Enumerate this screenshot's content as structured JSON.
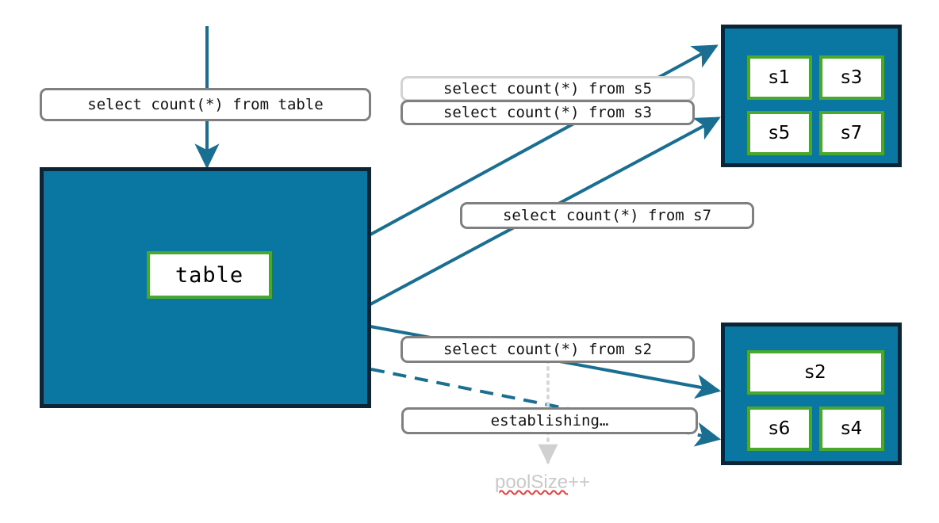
{
  "colors": {
    "pool_fill": "#0a77a3",
    "pool_border": "#0c2436",
    "slot_border": "#4ba82e",
    "arrow": "#1a6e91",
    "label_border": "#808080",
    "label_border_faded": "#d2d2d2",
    "dotted_guide": "#d8d8d8",
    "note_text": "#c9c9c9",
    "spellcheck_underline": "#f03b3b"
  },
  "table_box": {
    "slot_label": "table"
  },
  "top_pool": {
    "slots": [
      "s1",
      "s3",
      "s5",
      "s7"
    ]
  },
  "bottom_pool": {
    "slots": [
      "s2",
      "s6",
      "s4"
    ]
  },
  "labels": {
    "from_table": "select count(*) from table",
    "from_s5": "select count(*) from s5",
    "from_s3": "select count(*) from s3",
    "from_s7": "select count(*) from s7",
    "from_s2": "select count(*) from s2",
    "establishing": "establishing…"
  },
  "note": {
    "spelled_part": "poolSize",
    "suffix": "++"
  }
}
